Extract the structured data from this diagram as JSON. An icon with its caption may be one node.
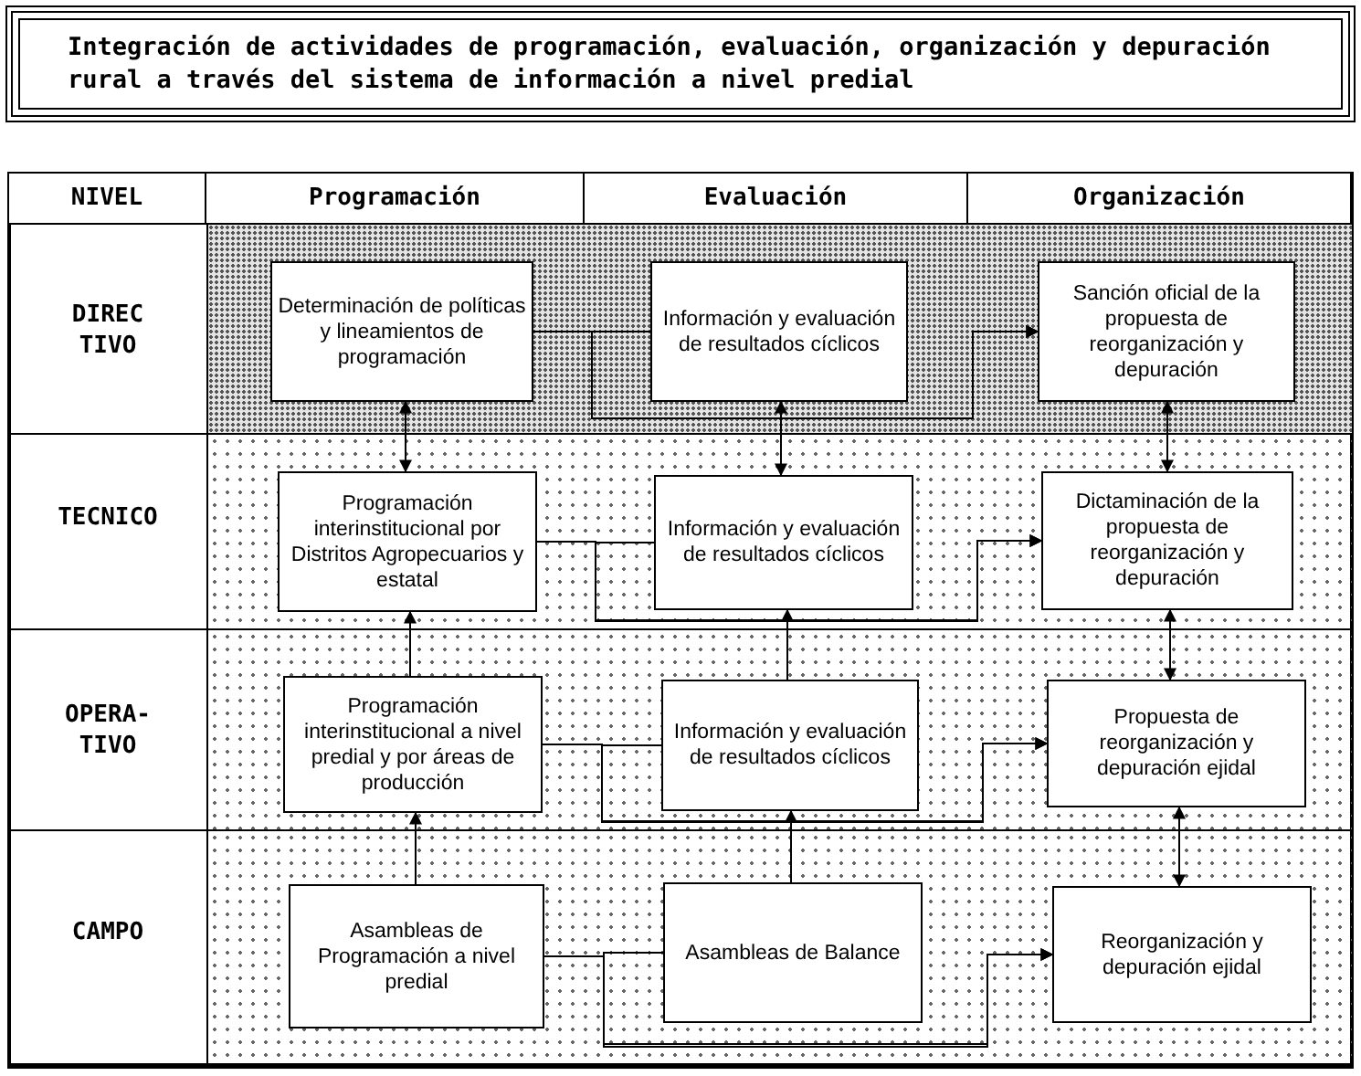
{
  "diagram": {
    "title": "Integración de actividades de programación, evaluación, organización y depuración rural a través del sistema de información a nivel predial",
    "nodes": [
      {
        "text": [
          "DIREC TIVO"
        ]
      },
      {
        "text": [
          "Determinación de políticas y lineamientos de programación"
        ],
        "in": 0
      },
      {
        "text": [
          "Información y evaluación de resultados cíclicos"
        ],
        "in": 0
      },
      {
        "text": [
          "Sanción oficial de la propuesta de reorganización y depuración"
        ],
        "in": 0
      },
      {
        "text": [
          "TECNICO"
        ]
      },
      {
        "text": [
          "Programación interinstitucional por Distritos Agropecuarios y estatal"
        ],
        "in": 4
      },
      {
        "text": [
          "Información y evaluación de resultados cíclicos"
        ],
        "in": 4
      },
      {
        "text": [
          "Dictaminación de la propuesta de reorganización y depuración"
        ],
        "in": 4
      },
      {
        "text": [
          "OPERA- TIVO"
        ]
      },
      {
        "text": [
          "Programación interinstitucional a nivel predial y por áreas de producción"
        ],
        "in": 8
      },
      {
        "text": [
          "Información y evaluación de resultados cíclicos"
        ],
        "in": 8
      },
      {
        "text": [
          "Propuesta de reorganización y depuración ejidal"
        ],
        "in": 8
      },
      {
        "text": [
          "CAMPO"
        ]
      },
      {
        "text": [
          "Asambleas de Programación a nivel predial"
        ],
        "in": 12
      },
      {
        "text": [
          "Asambleas de Balance"
        ],
        "in": 12
      },
      {
        "text": [
          "Reorganización y depuración ejidal"
        ],
        "in": 12
      }
    ],
    "edges": [
      {
        "from": 1,
        "to": 3,
        "arrow": "to"
      },
      {
        "from": 2,
        "to": 3,
        "arrow": "to"
      },
      {
        "from": 1,
        "to": 5,
        "arrow": "both"
      },
      {
        "from": 2,
        "to": 6,
        "arrow": "both"
      },
      {
        "from": 3,
        "to": 7,
        "arrow": "both"
      },
      {
        "from": 5,
        "to": 7,
        "arrow": "to"
      },
      {
        "from": 6,
        "to": 7,
        "arrow": "to"
      },
      {
        "from": 9,
        "to": 5,
        "arrow": "to"
      },
      {
        "from": 10,
        "to": 6,
        "arrow": "to"
      },
      {
        "from": 7,
        "to": 11,
        "arrow": "both"
      },
      {
        "from": 9,
        "to": 11,
        "arrow": "to"
      },
      {
        "from": 10,
        "to": 11,
        "arrow": "to"
      },
      {
        "from": 13,
        "to": 9,
        "arrow": "to"
      },
      {
        "from": 14,
        "to": 10,
        "arrow": "to"
      },
      {
        "from": 11,
        "to": 15,
        "arrow": "both"
      },
      {
        "from": 13,
        "to": 15,
        "arrow": "to"
      },
      {
        "from": 14,
        "to": 15,
        "arrow": "to"
      }
    ],
    "labels": [
      "NIVEL",
      "Programación",
      "Evaluación",
      "Organización"
    ]
  }
}
